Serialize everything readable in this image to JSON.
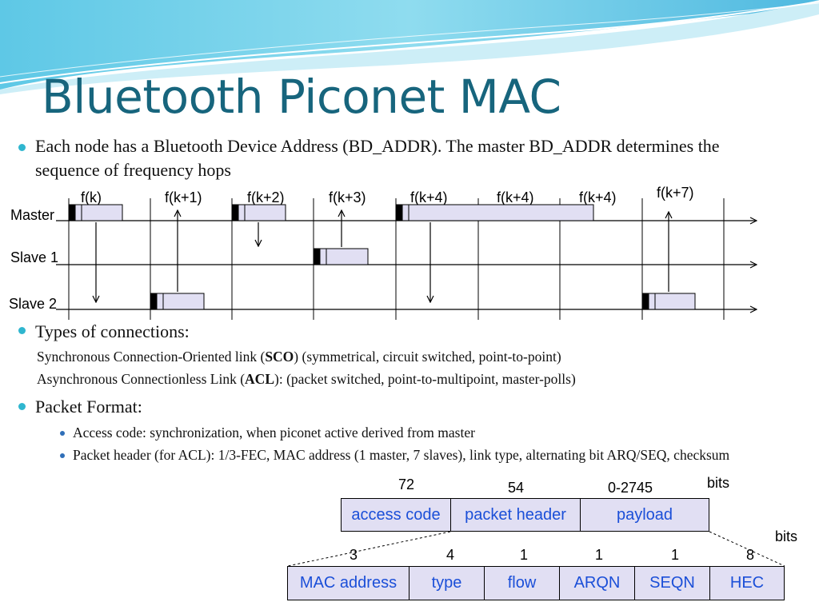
{
  "title": "Bluetooth Piconet MAC",
  "bullets": {
    "bd_addr": "Each node has a Bluetooth Device Address (BD_ADDR). The master BD_ADDR determines the sequence of frequency hops",
    "types": "Types of connections:",
    "sco": {
      "pre": "Synchronous Connection-Oriented link (",
      "bold": "SCO",
      "post": ") (symmetrical, circuit switched, point-to-point)"
    },
    "acl": {
      "pre": "Asynchronous Connectionless Link (",
      "bold": "ACL",
      "post": "): (packet switched, point-to-multipoint, master-polls)"
    },
    "packet_format": "Packet Format:",
    "access_code_desc": "Access code: synchronization, when piconet active derived from master",
    "header_desc": "Packet header (for ACL): 1/3-FEC, MAC address (1 master, 7 slaves), link type, alternating bit ARQ/SEQ, checksum"
  },
  "timing": {
    "rows": [
      "Master",
      "Slave 1",
      "Slave 2"
    ],
    "freqs": [
      "f(k)",
      "f(k+1)",
      "f(k+2)",
      "f(k+3)",
      "f(k+4)",
      "f(k+4)",
      "f(k+4)",
      "f(k+7)"
    ]
  },
  "packet": {
    "fields": [
      "access code",
      "packet header",
      "payload"
    ],
    "bits": [
      "72",
      "54",
      "0-2745"
    ],
    "unit": "bits"
  },
  "header": {
    "fields": [
      "MAC address",
      "type",
      "flow",
      "ARQN",
      "SEQN",
      "HEC"
    ],
    "bits": [
      "3",
      "4",
      "1",
      "1",
      "1",
      "8"
    ],
    "unit": "bits"
  },
  "colors": {
    "title": "#17657d",
    "accent": "#2fb6cf",
    "field_text": "#1b4fd8",
    "field_fill": "#e1dff3"
  }
}
